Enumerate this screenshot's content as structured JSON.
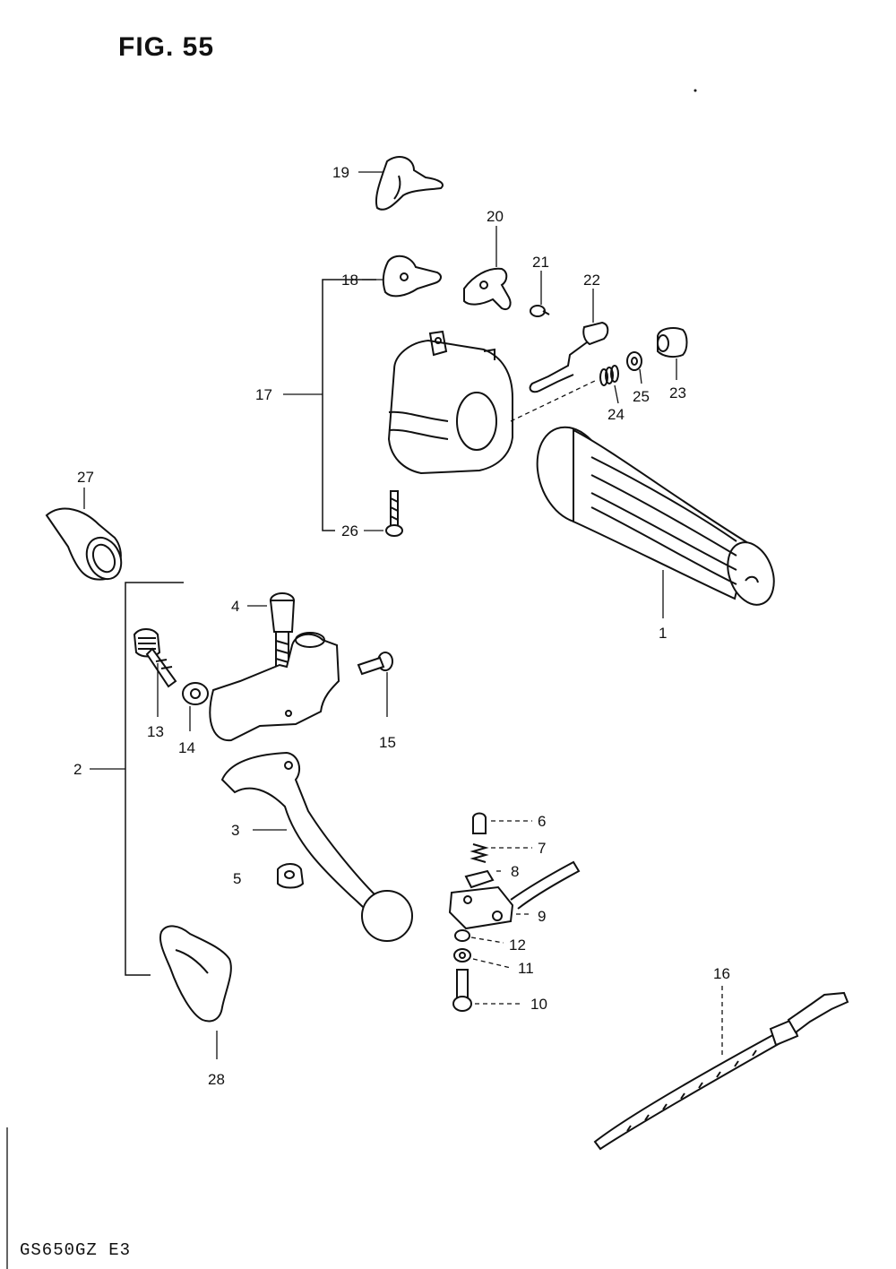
{
  "figure_title": "FIG. 55",
  "model_code": "GS650GZ  E3",
  "callouts": {
    "c1": "1",
    "c2": "2",
    "c3": "3",
    "c4": "4",
    "c5": "5",
    "c6": "6",
    "c7": "7",
    "c8": "8",
    "c9": "9",
    "c10": "10",
    "c11": "11",
    "c12": "12",
    "c13": "13",
    "c14": "14",
    "c15": "15",
    "c16": "16",
    "c17": "17",
    "c18": "18",
    "c19": "19",
    "c20": "20",
    "c21": "21",
    "c22": "22",
    "c23": "23",
    "c24": "24",
    "c25": "25",
    "c26": "26",
    "c27": "27",
    "c28": "28"
  }
}
